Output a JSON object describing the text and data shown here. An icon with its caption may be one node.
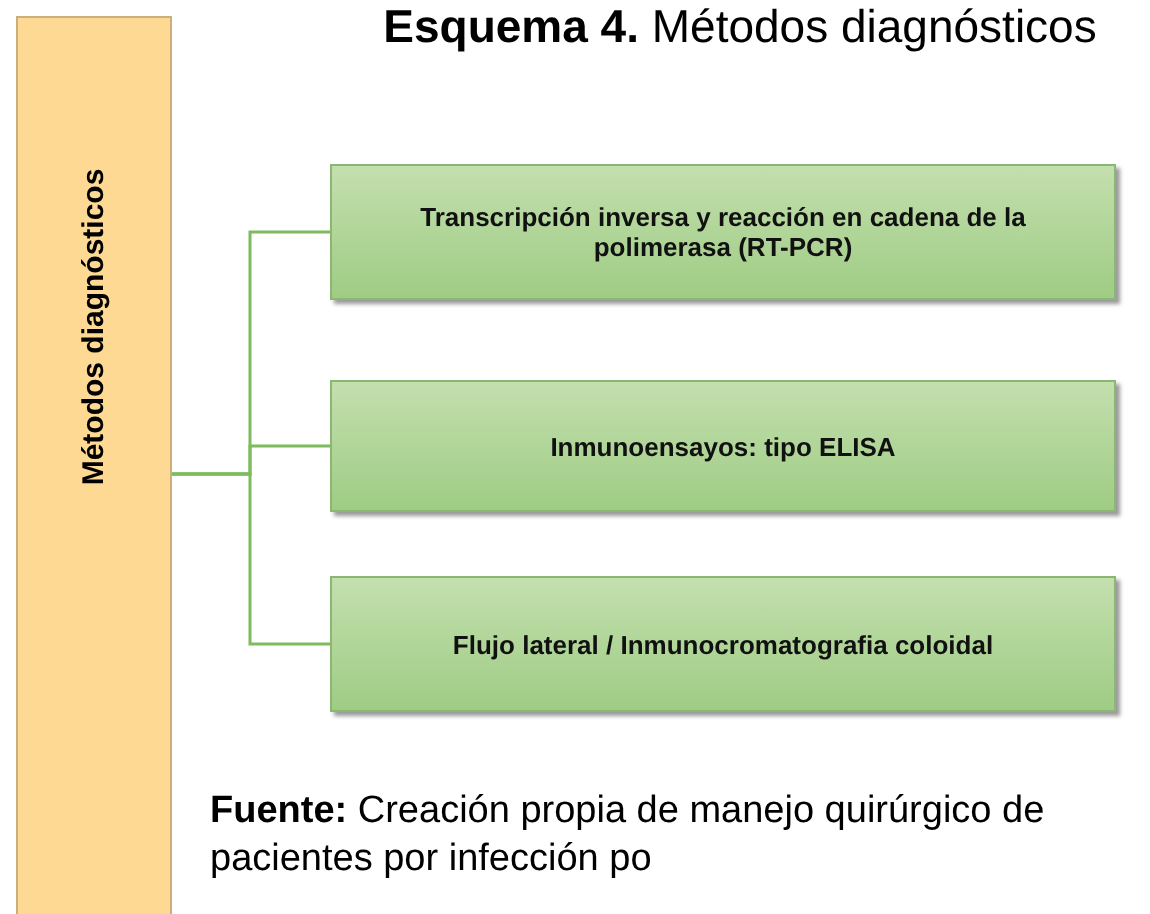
{
  "diagram": {
    "title": "**Esquema 4.** Métodos diagnósticos",
    "caption": "**Fuente:** Creación propia de manejo quirúrgico de pacientes por infección po",
    "nodes": [
      {
        "text": [
          "Métodos diagnósticos"
        ]
      },
      {
        "text": [
          "Transcripción inversa y reacción en cadena de la polimerasa (RT-PCR)"
        ]
      },
      {
        "text": [
          "Inmunoensayos: tipo ELISA"
        ]
      },
      {
        "text": [
          "Flujo lateral / Inmunocromatografia coloidal"
        ]
      }
    ],
    "edges": [
      {
        "from": 0,
        "to": 1,
        "arrow": "none"
      },
      {
        "from": 0,
        "to": 2,
        "arrow": "none"
      },
      {
        "from": 0,
        "to": 3,
        "arrow": "none"
      }
    ]
  }
}
